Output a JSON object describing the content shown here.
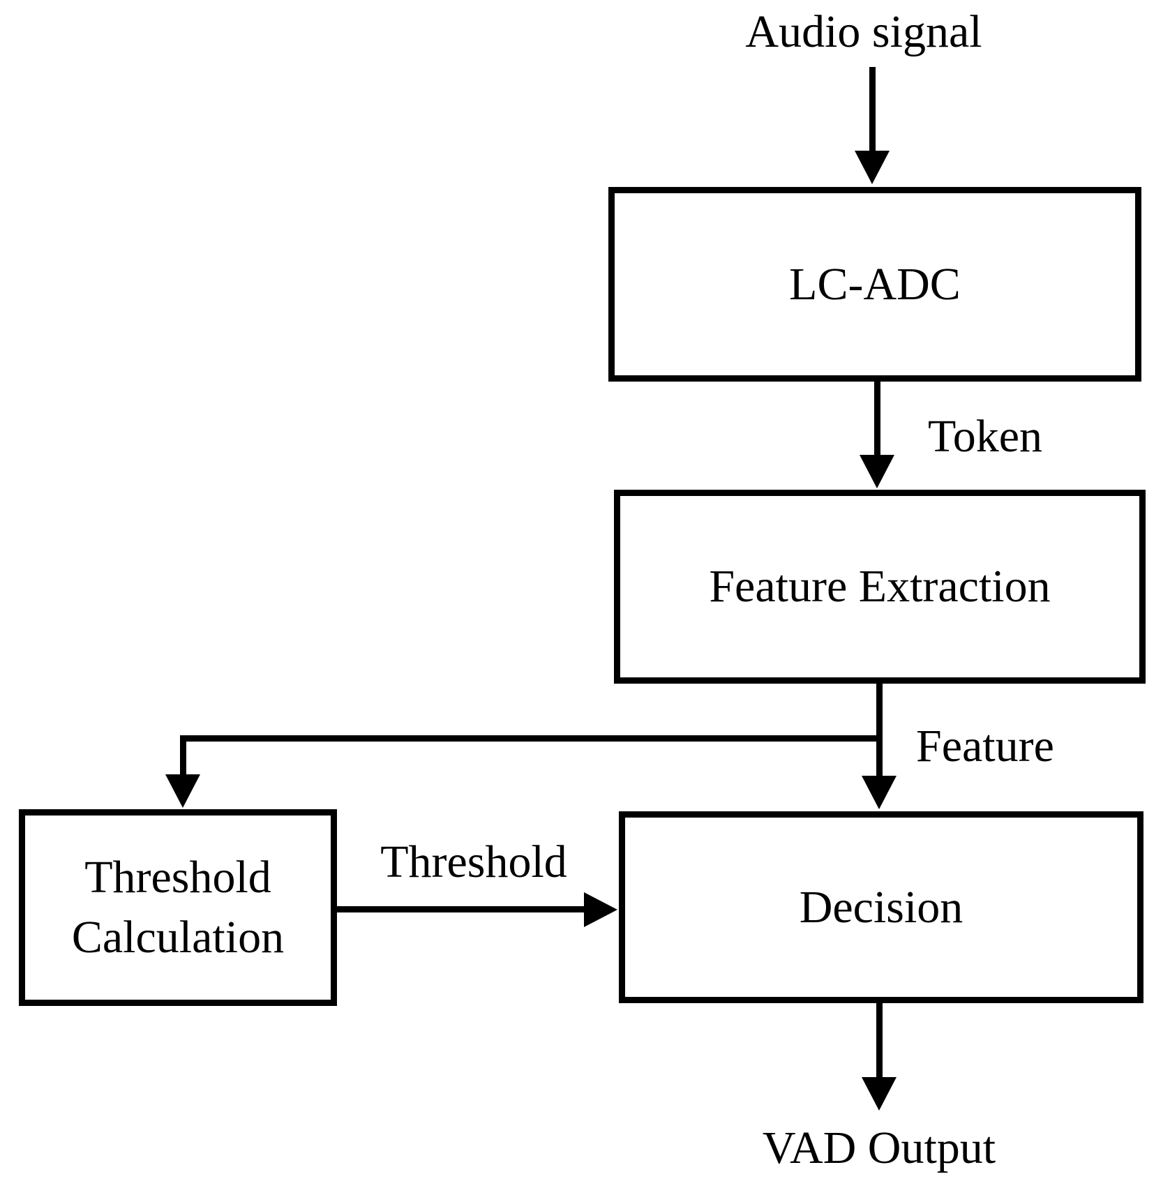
{
  "diagram": {
    "title_label": "Audio signal",
    "nodes": {
      "lc_adc": {
        "label": "LC-ADC"
      },
      "feature_extraction": {
        "label": "Feature Extraction"
      },
      "threshold_calculation": {
        "label_line1": "Threshold",
        "label_line2": "Calculation"
      },
      "decision": {
        "label": "Decision"
      }
    },
    "edge_labels": {
      "token": "Token",
      "feature": "Feature",
      "threshold": "Threshold"
    },
    "output_label": "VAD Output",
    "colors": {
      "line": "#000000",
      "text": "#000000",
      "background": "#ffffff"
    }
  }
}
